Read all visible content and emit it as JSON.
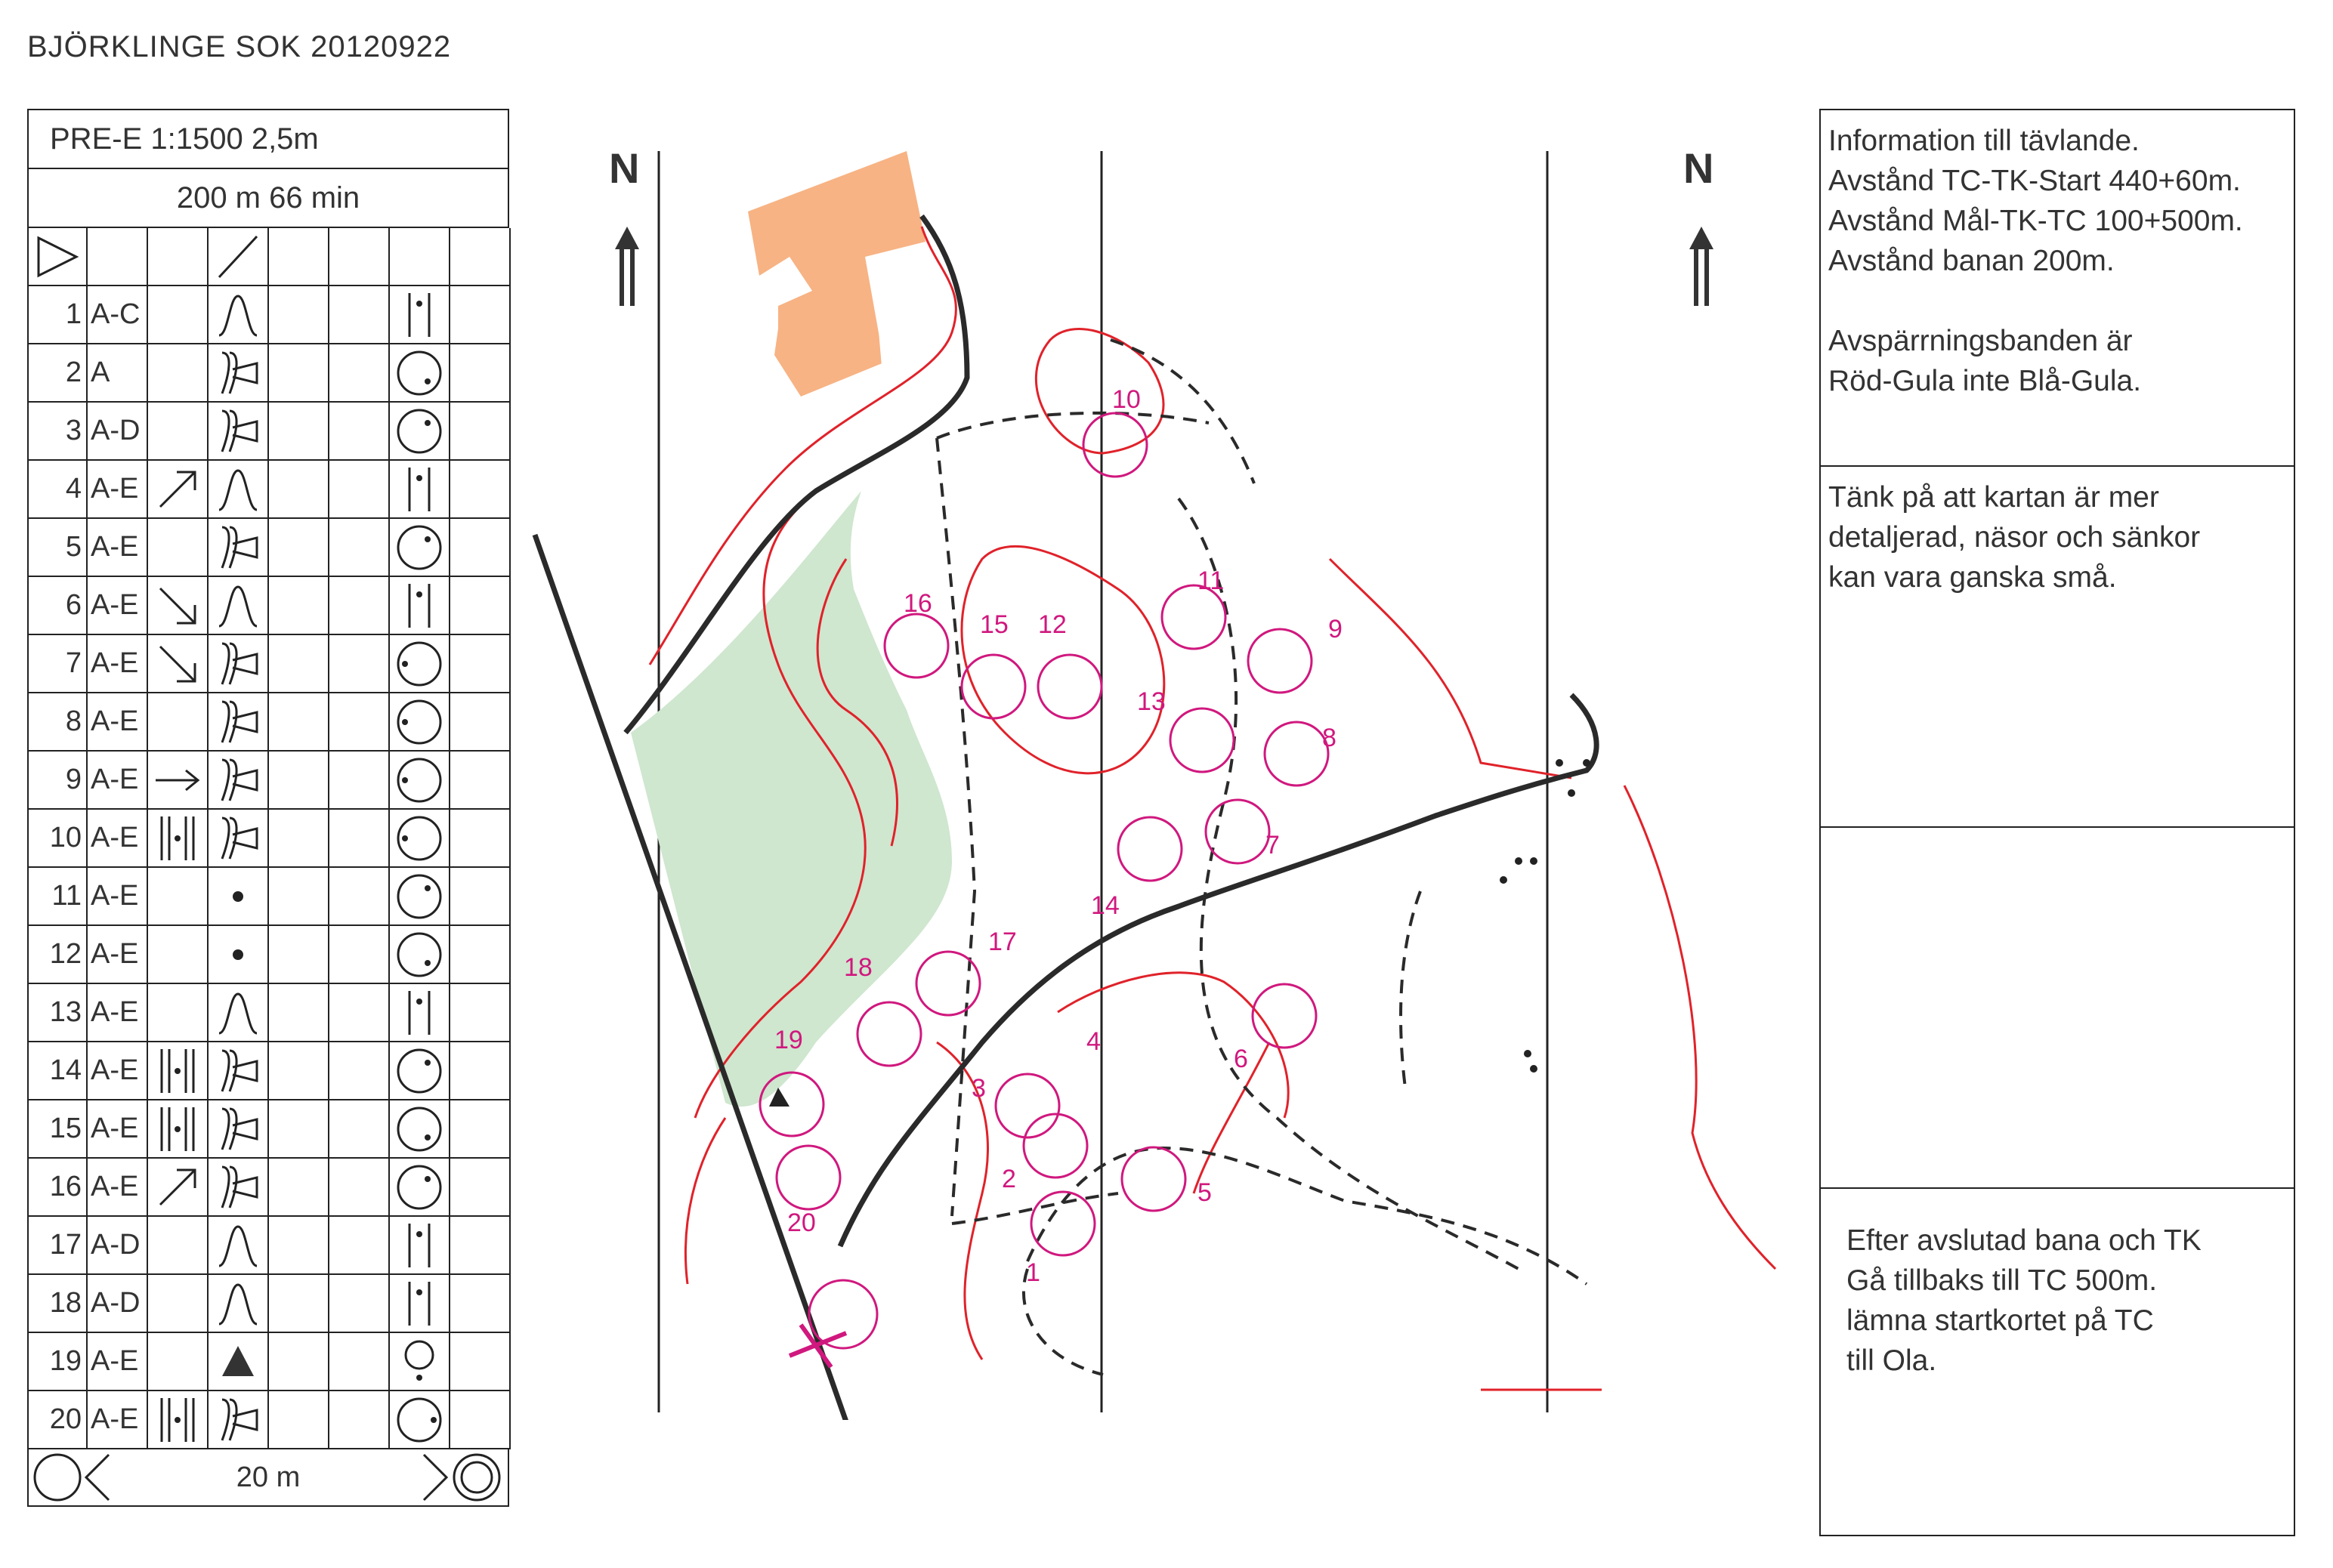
{
  "header": {
    "title": "BJÖRKLINGE SOK 20120922"
  },
  "description": {
    "event_line": "PRE-E   1:1500   2,5m",
    "class_line": "200 m    66 min",
    "controls": [
      {
        "num": "1",
        "code": "A-C",
        "dir": "",
        "col_d": "rockface",
        "col_e": "",
        "col_h": "between"
      },
      {
        "num": "2",
        "code": "A",
        "dir": "",
        "col_d": "reentrant-spur",
        "col_e": "",
        "col_h": "bottom-right"
      },
      {
        "num": "3",
        "code": "A-D",
        "dir": "",
        "col_d": "reentrant-spur",
        "col_e": "",
        "col_h": "top-right"
      },
      {
        "num": "4",
        "code": "A-E",
        "dir": "NE",
        "col_d": "knoll",
        "col_e": "",
        "col_h": "between"
      },
      {
        "num": "5",
        "code": "A-E",
        "dir": "",
        "col_d": "reentrant-spur",
        "col_e": "",
        "col_h": "top-right"
      },
      {
        "num": "6",
        "code": "A-E",
        "dir": "SE",
        "col_d": "knoll",
        "col_e": "",
        "col_h": "between"
      },
      {
        "num": "7",
        "code": "A-E",
        "dir": "SE",
        "col_d": "reentrant-spur",
        "col_e": "",
        "col_h": "left"
      },
      {
        "num": "8",
        "code": "A-E",
        "dir": "",
        "col_d": "reentrant-spur",
        "col_e": "",
        "col_h": "left"
      },
      {
        "num": "9",
        "code": "A-E",
        "dir": "E",
        "col_d": "reentrant-spur",
        "col_e": "",
        "col_h": "left"
      },
      {
        "num": "10",
        "code": "A-E",
        "dir": "rocks",
        "col_d": "reentrant-spur",
        "col_e": "",
        "col_h": "left"
      },
      {
        "num": "11",
        "code": "A-E",
        "dir": "",
        "col_d": "dot",
        "col_e": "",
        "col_h": "top-right"
      },
      {
        "num": "12",
        "code": "A-E",
        "dir": "",
        "col_d": "dot",
        "col_e": "",
        "col_h": "bottom-right"
      },
      {
        "num": "13",
        "code": "A-E",
        "dir": "",
        "col_d": "knoll",
        "col_e": "",
        "col_h": "between"
      },
      {
        "num": "14",
        "code": "A-E",
        "dir": "rocks",
        "col_d": "reentrant-spur",
        "col_e": "",
        "col_h": "top-right"
      },
      {
        "num": "15",
        "code": "A-E",
        "dir": "rocks",
        "col_d": "reentrant-spur",
        "col_e": "",
        "col_h": "bottom-right"
      },
      {
        "num": "16",
        "code": "A-E",
        "dir": "NE",
        "col_d": "reentrant-spur",
        "col_e": "",
        "col_h": "top-right"
      },
      {
        "num": "17",
        "code": "A-D",
        "dir": "",
        "col_d": "knoll",
        "col_e": "",
        "col_h": "between"
      },
      {
        "num": "18",
        "code": "A-D",
        "dir": "",
        "col_d": "knoll",
        "col_e": "",
        "col_h": "between"
      },
      {
        "num": "19",
        "code": "A-E",
        "dir": "",
        "col_d": "triangle",
        "col_e": "",
        "col_h": "foot"
      },
      {
        "num": "20",
        "code": "A-E",
        "dir": "rocks",
        "col_d": "reentrant-spur",
        "col_e": "",
        "col_h": "right"
      }
    ],
    "finish_distance": "20 m"
  },
  "map": {
    "north_label": "N",
    "control_labels": [
      "1",
      "2",
      "3",
      "4",
      "5",
      "6",
      "7",
      "8",
      "9",
      "10",
      "11",
      "12",
      "13",
      "14",
      "15",
      "16",
      "17",
      "18",
      "19",
      "20"
    ],
    "colors": {
      "course": "#d0187e",
      "contour": "#e0222a",
      "vegetation": "#cfe6cf",
      "building": "#f7b384",
      "track": "#2a2a2a"
    }
  },
  "info": {
    "section1": [
      "Information till tävlande.",
      "Avstånd TC-TK-Start 440+60m.",
      "Avstånd Mål-TK-TC 100+500m.",
      "Avstånd banan 200m.",
      "",
      "Avspärrningsbanden är",
      "Röd-Gula inte Blå-Gula."
    ],
    "section2": [
      "Tänk på att kartan är mer",
      "detaljerad, näsor och sänkor",
      "kan vara ganska små."
    ],
    "section3": [],
    "section4": [
      "Efter avslutad bana och TK",
      "Gå tillbaks till TC 500m.",
      "lämna startkortet på TC",
      "till Ola."
    ]
  }
}
